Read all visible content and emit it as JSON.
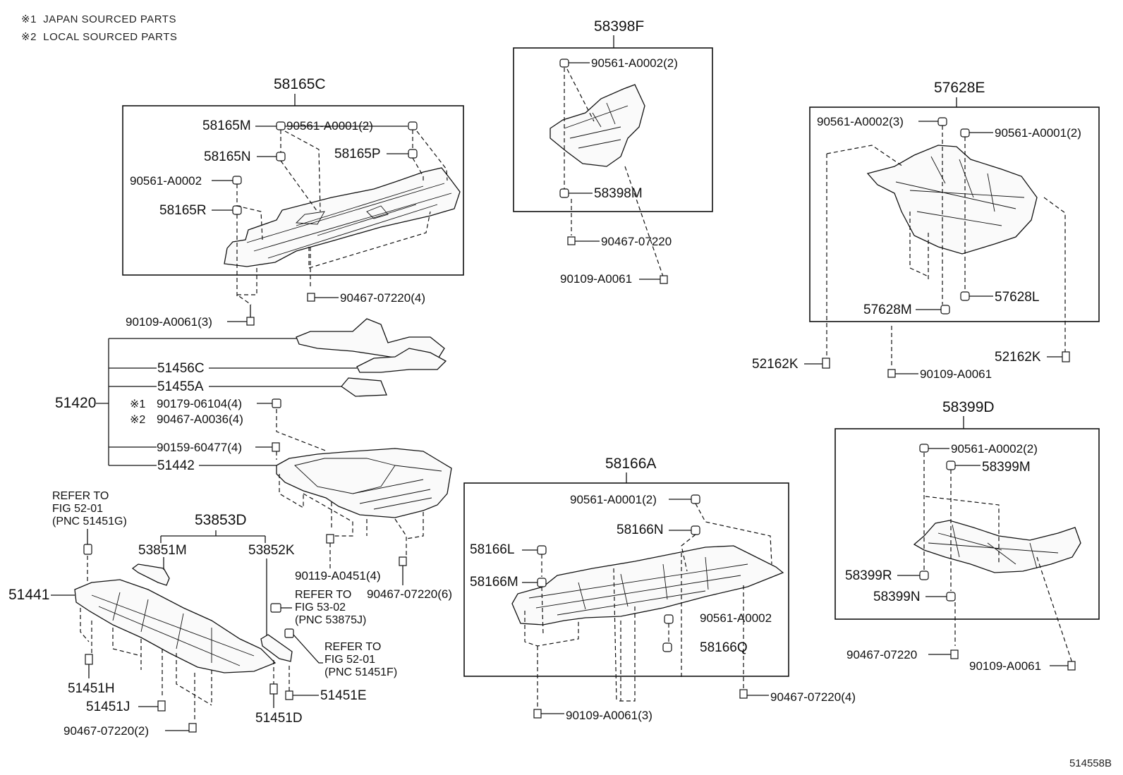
{
  "legend": [
    {
      "mark": "※1",
      "text": "JAPAN SOURCED PARTS"
    },
    {
      "mark": "※2",
      "text": "LOCAL SOURCED PARTS"
    }
  ],
  "figure_id": "514558B",
  "groups": {
    "g58165C": "58165C",
    "g58398F": "58398F",
    "g57628E": "57628E",
    "g51420": "51420",
    "g58166A": "58166A",
    "g58399D": "58399D",
    "g53853D": "53853D"
  },
  "labels": {
    "p58165M": "58165M",
    "p90561_A0001_2a": "90561-A0001(2)",
    "p58165N": "58165N",
    "p58165P": "58165P",
    "p90561_A0002a": "90561-A0002",
    "p58165R": "58165R",
    "p90109_A0061_3a": "90109-A0061(3)",
    "p90467_07220_4a": "90467-07220(4)",
    "p90561_A0002_2a": "90561-A0002(2)",
    "p58398M": "58398M",
    "p90467_07220a": "90467-07220",
    "p90109_A0061a": "90109-A0061",
    "p90561_A0002_3": "90561-A0002(3)",
    "p90561_A0001_2b": "90561-A0001(2)",
    "p57628L": "57628L",
    "p57628M": "57628M",
    "p52162K_a": "52162K",
    "p52162K_b": "52162K",
    "p90109_A0061b": "90109-A0061",
    "p51456C": "51456C",
    "p51455A": "51455A",
    "p90179_06104": "90179-06104(4)",
    "p90467_A0036": "90467-A0036(4)",
    "mark1": "※1",
    "mark2": "※2",
    "p90159_60477": "90159-60477(4)",
    "p51442": "51442",
    "p90119_A0451": "90119-A0451(4)",
    "p90467_07220_6": "90467-07220(6)",
    "p53851M": "53851M",
    "p53852K": "53852K",
    "p51441": "51441",
    "p51451H": "51451H",
    "p51451J": "51451J",
    "p90467_07220_2": "90467-07220(2)",
    "p51451D": "51451D",
    "p51451E": "51451E",
    "p90561_A0001_2c": "90561-A0001(2)",
    "p58166N": "58166N",
    "p58166L": "58166L",
    "p58166M": "58166M",
    "p90561_A0002b": "90561-A0002",
    "p58166Q": "58166Q",
    "p90467_07220_4b": "90467-07220(4)",
    "p90109_A0061_3b": "90109-A0061(3)",
    "p90561_A0002_2b": "90561-A0002(2)",
    "p58399M": "58399M",
    "p58399R": "58399R",
    "p58399N": "58399N",
    "p90467_07220b": "90467-07220",
    "p90109_A0061c": "90109-A0061"
  },
  "refers": {
    "r1": {
      "l1": "REFER TO",
      "l2": "FIG 52-01",
      "l3": "(PNC 51451G)"
    },
    "r2": {
      "l1": "REFER TO",
      "l2": "FIG 53-02",
      "l3": "(PNC 53875J)"
    },
    "r3": {
      "l1": "REFER TO",
      "l2": "FIG 52-01",
      "l3": "(PNC 51451F)"
    }
  }
}
